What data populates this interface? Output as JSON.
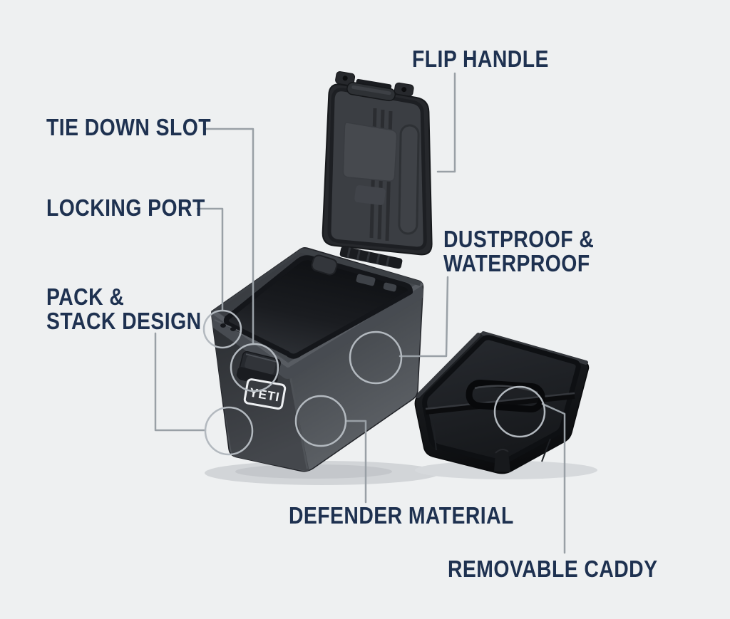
{
  "page": {
    "title": "YETI LoadOut GoBox feature diagram",
    "background_color": "#eef0f1",
    "label_color": "#1e3150",
    "leader_line_color": "#99a0a6",
    "callout_ring_color": "#b3b9bf"
  },
  "brand": {
    "logo": "YETI"
  },
  "callouts": {
    "flip_handle": {
      "label": "FLIP HANDLE"
    },
    "tie_down_slot": {
      "label": "TIE DOWN SLOT"
    },
    "locking_port": {
      "label": "LOCKING PORT"
    },
    "pack_stack": {
      "lines": [
        "PACK &",
        "STACK DESIGN"
      ]
    },
    "dustproof": {
      "lines": [
        "DUSTPROOF &",
        "WATERPROOF"
      ]
    },
    "defender": {
      "label": "DEFENDER MATERIAL"
    },
    "removable_caddy": {
      "label": "REMOVABLE CADDY"
    }
  }
}
